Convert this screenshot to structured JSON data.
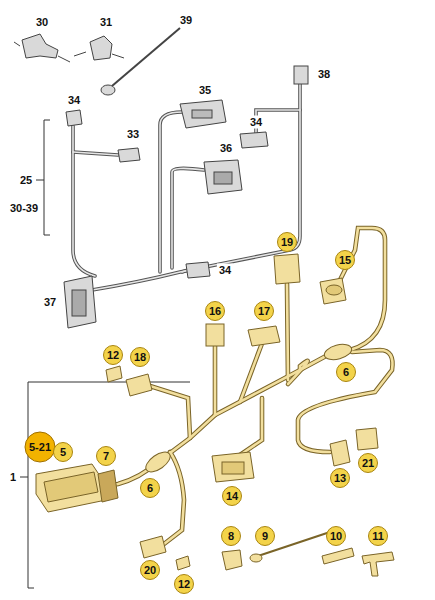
{
  "diagram": {
    "labels": [
      "30",
      "31",
      "39",
      "38",
      "34",
      "35",
      "33",
      "34",
      "36",
      "25",
      "30-39",
      "34",
      "37",
      "19",
      "15",
      "16",
      "17",
      "12",
      "18",
      "6",
      "1",
      "5-21",
      "5",
      "7",
      "6",
      "14",
      "13",
      "21",
      "20",
      "12",
      "8",
      "9",
      "10",
      "11"
    ]
  }
}
